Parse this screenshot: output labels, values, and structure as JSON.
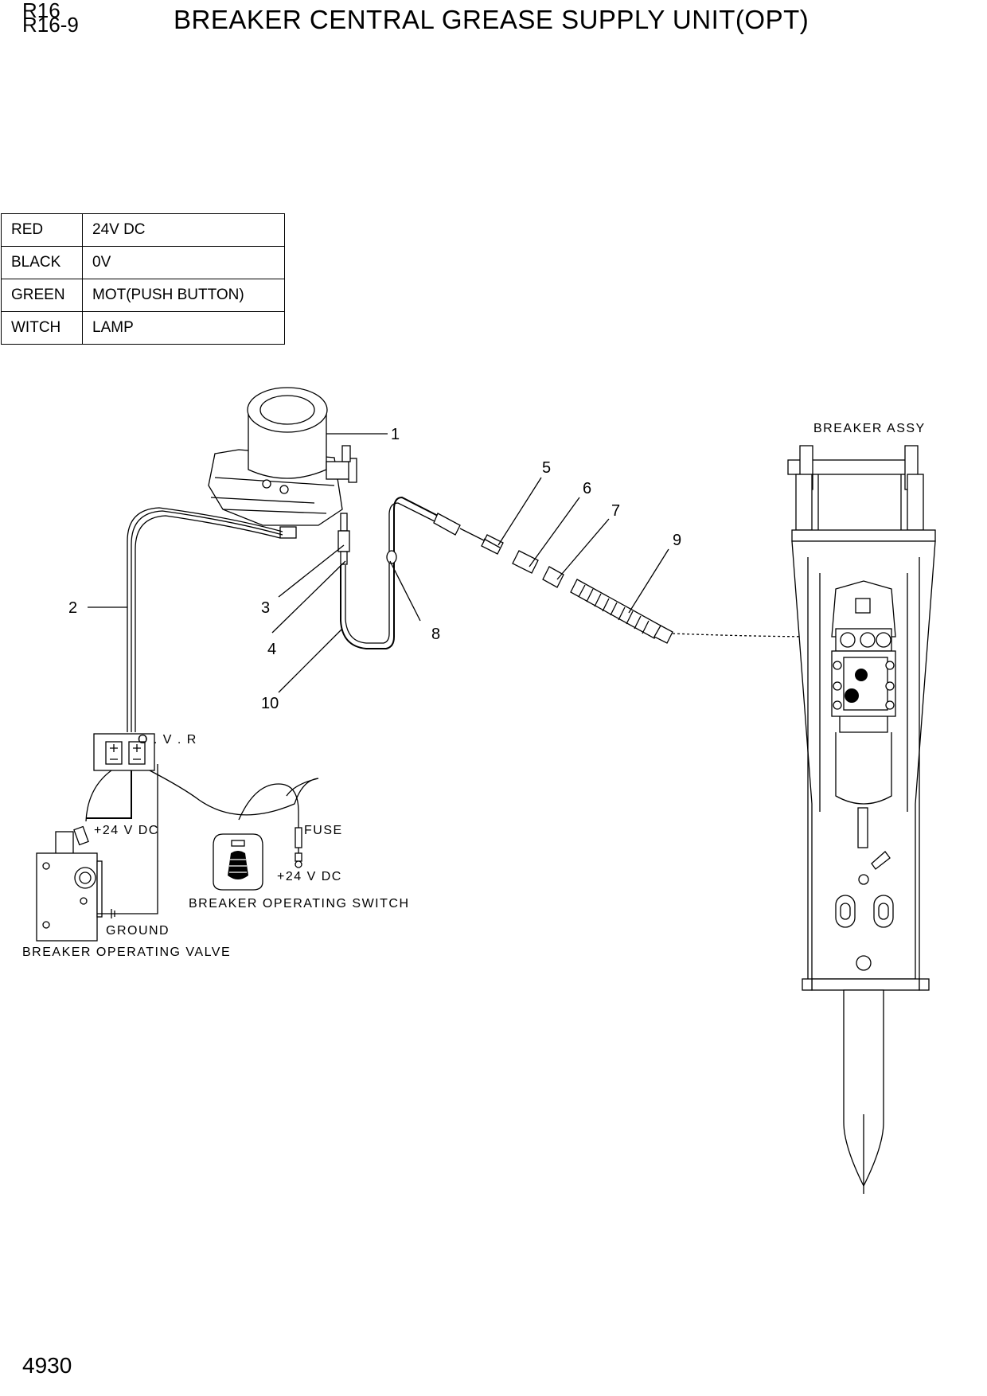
{
  "header": {
    "model_line_1": "R16",
    "model_line_2": "R16-9",
    "title": "BREAKER CENTRAL GREASE  SUPPLY UNIT(OPT)"
  },
  "legend": {
    "rows": [
      {
        "color": "RED",
        "meaning": "24V DC"
      },
      {
        "color": "BLACK",
        "meaning": "0V"
      },
      {
        "color": "GREEN",
        "meaning": "MOT(PUSH BUTTON)"
      },
      {
        "color": "WITCH",
        "meaning": "LAMP"
      }
    ]
  },
  "callouts": [
    "1",
    "2",
    "3",
    "4",
    "5",
    "6",
    "7",
    "8",
    "9",
    "10"
  ],
  "labels": {
    "breaker_assy": "BREAKER ASSY",
    "ovr": "O . V . R",
    "plus_24v_1": "+24 V DC",
    "fuse": "FUSE",
    "plus_24v_2": "+24 V DC",
    "operating_switch": "BREAKER OPERATING SWITCH",
    "ground": "GROUND",
    "operating_valve": "BREAKER OPERATING VALVE"
  },
  "footer": {
    "page_number": "4930"
  }
}
